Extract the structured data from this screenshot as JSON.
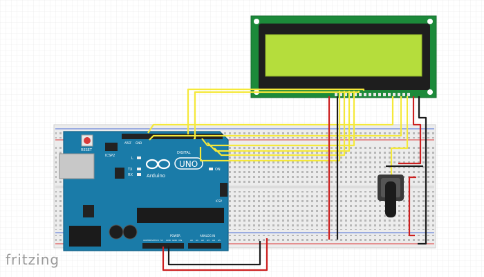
{
  "app": {
    "brand": "fritzing"
  },
  "arduino": {
    "reset_label": "RESET",
    "icsp2_label": "ICSP2",
    "icsp_label": "ICSP",
    "digital_label": "DIGITAL",
    "aref_label": "AREF",
    "gnd_label": "GND",
    "l_label": "L",
    "tx_label": "TX",
    "rx_label": "RX",
    "on_label": "ON",
    "uno_label": "UNO",
    "brand_label": "Arduino",
    "power_label": "POWER",
    "analog_label": "ANALOG IN",
    "power_pins": [
      "IOREF",
      "RESET",
      "3V3",
      "5V",
      "GND",
      "GND",
      "VIN"
    ],
    "analog_pins": [
      "A0",
      "A1",
      "A2",
      "A3",
      "A4",
      "A5"
    ]
  },
  "colors": {
    "board": "#1a7ba8",
    "lcd_pcb": "#1c8a3a",
    "lcd_screen": "#b5dd3c",
    "wire_yellow": "#f5e93a",
    "wire_red": "#cc1f1f",
    "wire_black": "#1a1a1a"
  }
}
